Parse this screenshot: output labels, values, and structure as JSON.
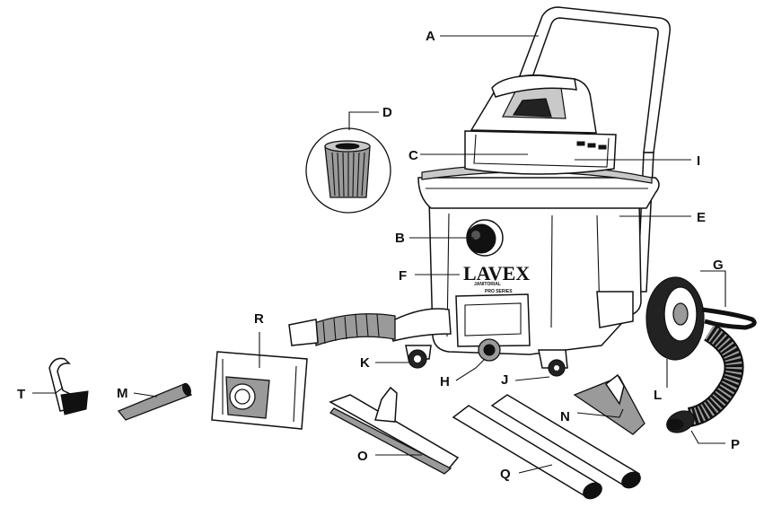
{
  "brand": {
    "logo_text": "LAVEX",
    "subtitle": "JANITORIAL",
    "series": "PRO SERIES"
  },
  "callouts": [
    {
      "id": "A",
      "letter": "A"
    },
    {
      "id": "B",
      "letter": "B"
    },
    {
      "id": "C",
      "letter": "C"
    },
    {
      "id": "D",
      "letter": "D"
    },
    {
      "id": "E",
      "letter": "E"
    },
    {
      "id": "F",
      "letter": "F"
    },
    {
      "id": "G",
      "letter": "G"
    },
    {
      "id": "H",
      "letter": "H"
    },
    {
      "id": "I",
      "letter": "I"
    },
    {
      "id": "J",
      "letter": "J"
    },
    {
      "id": "K",
      "letter": "K"
    },
    {
      "id": "L",
      "letter": "L"
    },
    {
      "id": "M",
      "letter": "M"
    },
    {
      "id": "N",
      "letter": "N"
    },
    {
      "id": "O",
      "letter": "O"
    },
    {
      "id": "P",
      "letter": "P"
    },
    {
      "id": "Q",
      "letter": "Q"
    },
    {
      "id": "R",
      "letter": "R"
    },
    {
      "id": "T",
      "letter": "T"
    }
  ]
}
